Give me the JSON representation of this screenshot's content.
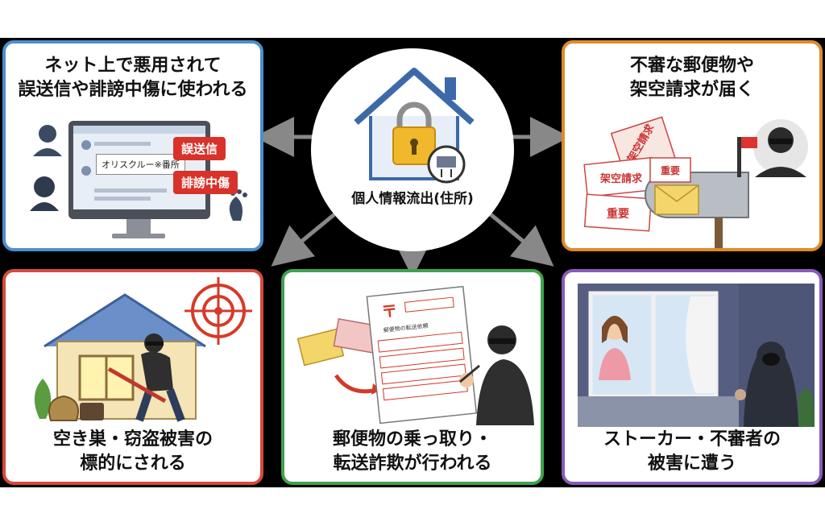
{
  "center": {
    "label": "個人情報流出(住所)"
  },
  "panels": {
    "net_misuse": {
      "title_line1": "ネット上で悪用されて",
      "title_line2": "誤送信や誹謗中傷に使われる",
      "name_field": "オリスクルー※番所",
      "tag_misdelivery": "誤送信",
      "tag_slander": "誹謗中傷"
    },
    "suspicious_mail": {
      "title_line1": "不審な郵便物や",
      "title_line2": "架空請求が届く",
      "card1": "架空請求",
      "card2": "重要",
      "card3": "架空請求",
      "card4": "重要"
    },
    "burglary": {
      "title_line1": "空き巣・窃盗被害の",
      "title_line2": "標的にされる"
    },
    "mail_hijack": {
      "title_line1": "郵便物の乗っ取り・",
      "title_line2": "転送詐欺が行われる",
      "form_title": "郵便物の転送依頼"
    },
    "stalker": {
      "title_line1": "ストーカー・不審者の",
      "title_line2": "被害に遭う"
    }
  },
  "colors": {
    "blue": "#4a8fd0",
    "orange": "#e08a2a",
    "red": "#d64a3a",
    "green": "#3fa34d",
    "purple": "#8a5ab8"
  }
}
